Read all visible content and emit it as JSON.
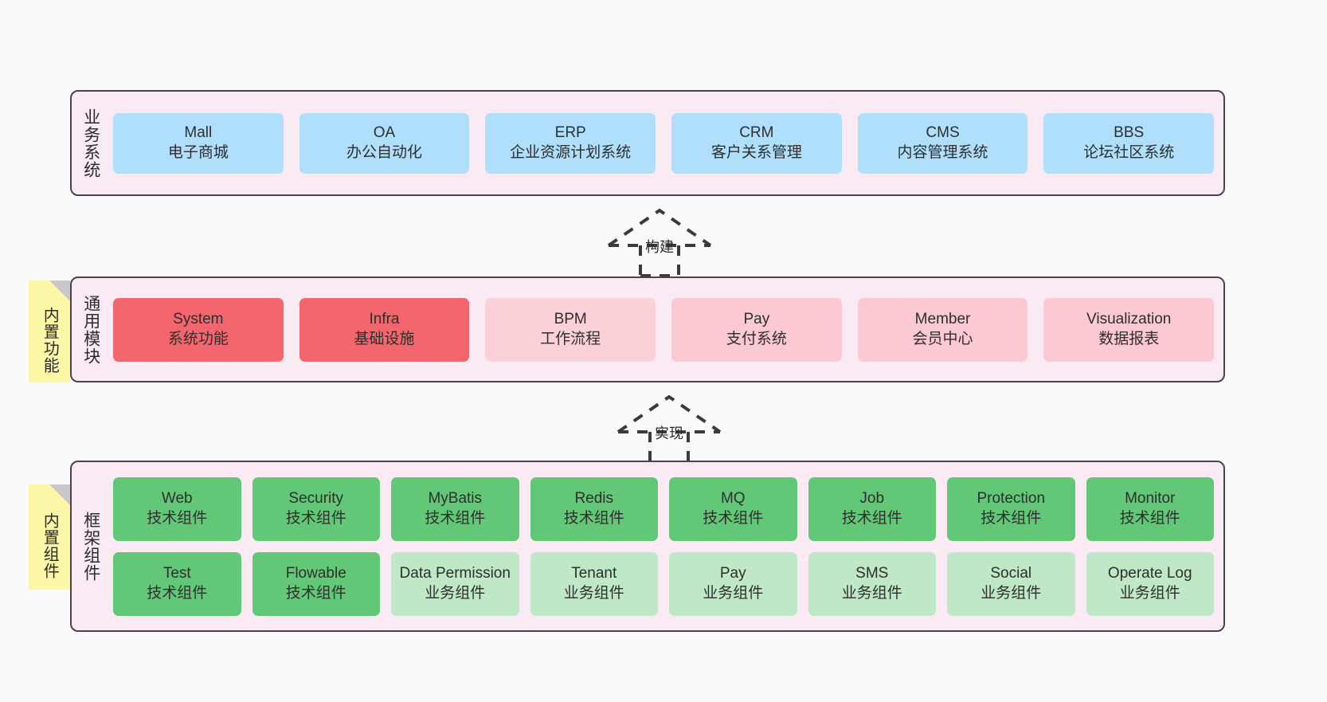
{
  "diagram": {
    "background": "#fafafa",
    "layer_fill": "#f9eaf4",
    "layer_border": "#4d4150",
    "note_fill": "#fbf7a6",
    "note_fold": "#c9c9c9"
  },
  "notes": [
    {
      "id": "note-builtin-features",
      "label": "内置功能"
    },
    {
      "id": "note-builtin-components",
      "label": "内置组件"
    }
  ],
  "connectors": [
    {
      "id": "connector-build",
      "label": "构建",
      "style": "dashed-hollow-triangle-up"
    },
    {
      "id": "connector-implement",
      "label": "实现",
      "style": "dashed-hollow-triangle-up"
    }
  ],
  "layers": [
    {
      "id": "layer-business-systems",
      "title": "业务系统",
      "rows": [
        {
          "id": "business-row-1",
          "cells": [
            {
              "en": "Mall",
              "cn": "电子商城",
              "color": "#b0dffb"
            },
            {
              "en": "OA",
              "cn": "办公自动化",
              "color": "#b0dffb"
            },
            {
              "en": "ERP",
              "cn": "企业资源计划系统",
              "color": "#b0dffb"
            },
            {
              "en": "CRM",
              "cn": "客户关系管理",
              "color": "#b0dffb"
            },
            {
              "en": "CMS",
              "cn": "内容管理系统",
              "color": "#b0dffb"
            },
            {
              "en": "BBS",
              "cn": "论坛社区系统",
              "color": "#b0dffb"
            }
          ]
        }
      ]
    },
    {
      "id": "layer-common-modules",
      "title": "通用模块",
      "rows": [
        {
          "id": "common-row-1",
          "cells": [
            {
              "en": "System",
              "cn": "系统功能",
              "color": "#f4666e"
            },
            {
              "en": "Infra",
              "cn": "基础设施",
              "color": "#f4666e"
            },
            {
              "en": "BPM",
              "cn": "工作流程",
              "color": "#fbd0d7"
            },
            {
              "en": "Pay",
              "cn": "支付系统",
              "color": "#fbc9d2"
            },
            {
              "en": "Member",
              "cn": "会员中心",
              "color": "#fbc9d2"
            },
            {
              "en": "Visualization",
              "cn": "数据报表",
              "color": "#fbc9d2"
            }
          ]
        }
      ]
    },
    {
      "id": "layer-framework-components",
      "title": "框架组件",
      "rows": [
        {
          "id": "framework-row-1",
          "cells": [
            {
              "en": "Web",
              "cn": "技术组件",
              "color": "#62c877"
            },
            {
              "en": "Security",
              "cn": "技术组件",
              "color": "#62c877"
            },
            {
              "en": "MyBatis",
              "cn": "技术组件",
              "color": "#62c877"
            },
            {
              "en": "Redis",
              "cn": "技术组件",
              "color": "#62c877"
            },
            {
              "en": "MQ",
              "cn": "技术组件",
              "color": "#62c877"
            },
            {
              "en": "Job",
              "cn": "技术组件",
              "color": "#62c877"
            },
            {
              "en": "Protection",
              "cn": "技术组件",
              "color": "#62c877"
            },
            {
              "en": "Monitor",
              "cn": "技术组件",
              "color": "#62c877"
            }
          ]
        },
        {
          "id": "framework-row-2",
          "cells": [
            {
              "en": "Test",
              "cn": "技术组件",
              "color": "#62c877"
            },
            {
              "en": "Flowable",
              "cn": "技术组件",
              "color": "#62c877"
            },
            {
              "en": "Data Permission",
              "cn": "业务组件",
              "color": "#bfe8c7"
            },
            {
              "en": "Tenant",
              "cn": "业务组件",
              "color": "#bfe8c7"
            },
            {
              "en": "Pay",
              "cn": "业务组件",
              "color": "#bfe8c7"
            },
            {
              "en": "SMS",
              "cn": "业务组件",
              "color": "#bfe8c7"
            },
            {
              "en": "Social",
              "cn": "业务组件",
              "color": "#bfe8c7"
            },
            {
              "en": "Operate Log",
              "cn": "业务组件",
              "color": "#bfe8c7"
            }
          ]
        }
      ]
    }
  ]
}
